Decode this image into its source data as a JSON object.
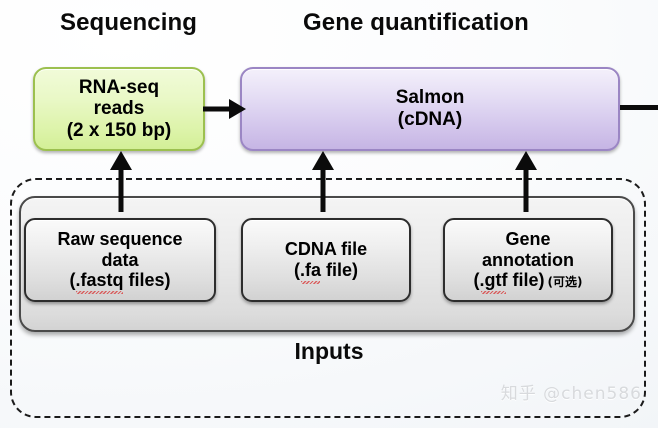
{
  "sections": {
    "sequencing_title": "Sequencing",
    "gene_quantification_title": "Gene quantification"
  },
  "nodes": {
    "rnaseq": {
      "line1": "RNA-seq",
      "line2": "reads",
      "line3": "(2 x 150 bp)",
      "fill_top": "#f1fbd9",
      "fill_bottom": "#d3ef97",
      "border": "#9cc04f"
    },
    "salmon": {
      "line1": "Salmon",
      "line2": "(cDNA)",
      "fill_top": "#f4f0fb",
      "fill_bottom": "#c6b5e4",
      "border": "#9b86c4"
    }
  },
  "inputs": {
    "group_label": "Inputs",
    "boxes": [
      {
        "line1": "Raw sequence",
        "line2": "data",
        "line3_prefix": "(",
        "line3_flagged": ".fastq",
        "line3_suffix": " files)",
        "optional": ""
      },
      {
        "line1": "CDNA file",
        "line2": "",
        "line3_prefix": "(",
        "line3_flagged": ".fa",
        "line3_suffix": " file)",
        "optional": ""
      },
      {
        "line1": "Gene",
        "line2": "annotation",
        "line3_prefix": "(",
        "line3_flagged": ".gtf",
        "line3_suffix": " file)",
        "optional": "(可选)"
      }
    ]
  },
  "connectors": {
    "reads_to_salmon": "arrow-right",
    "salmon_output": "line-right",
    "fastq_to_salmon": "arrow-up",
    "cdna_to_salmon": "arrow-up",
    "gtf_to_salmon": "arrow-up"
  },
  "watermark": {
    "text": "知乎 @chen586"
  },
  "colors": {
    "background": "#fbfcfd",
    "arrow": "#0b0b0b",
    "dashed_border": "#1b1b1b",
    "spellcheck_underline": "#d94a4a"
  }
}
